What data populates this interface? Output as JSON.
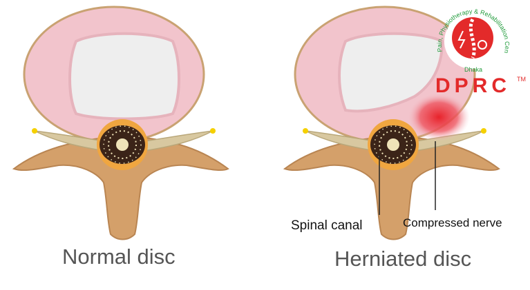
{
  "captions": {
    "normal": "Normal disc",
    "herniated": "Herniated disc"
  },
  "labels": {
    "spinal_canal": "Spinal canal",
    "compressed_nerve": "Compressed nerve"
  },
  "logo": {
    "ring_text": "Pain, Physiotherapy & Rehabilitation Centre",
    "city": "Dhaka",
    "brand": "DPRC",
    "trademark": "TM",
    "brand_color": "#e32a2a",
    "text_color": "#1f9a3a"
  },
  "colors": {
    "disc_outer": "#f2c4cc",
    "disc_inner": "#eeeeee",
    "bone": "#d4a06a",
    "canal": "#3b2418",
    "nerve": "#d8c8a0",
    "herniation": "#e8232b"
  }
}
